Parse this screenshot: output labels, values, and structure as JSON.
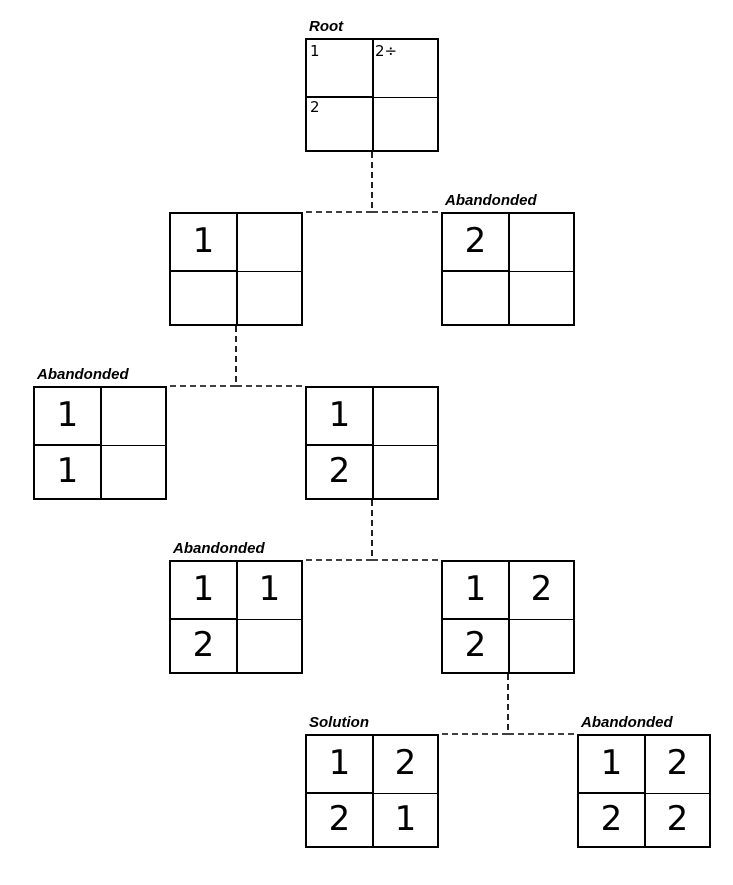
{
  "nodes": [
    {
      "id": "root",
      "label": "Root",
      "cells": [
        "",
        "",
        "",
        ""
      ],
      "cages": [
        "1",
        "2÷",
        "2",
        ""
      ]
    },
    {
      "id": "l1-left",
      "label": "",
      "cells": [
        "1",
        "",
        "",
        ""
      ]
    },
    {
      "id": "l1-right",
      "label": "Abandonded",
      "cells": [
        "2",
        "",
        "",
        ""
      ]
    },
    {
      "id": "l2-left",
      "label": "Abandonded",
      "cells": [
        "1",
        "",
        "1",
        ""
      ]
    },
    {
      "id": "l2-right",
      "label": "",
      "cells": [
        "1",
        "",
        "2",
        ""
      ]
    },
    {
      "id": "l3-left",
      "label": "Abandonded",
      "cells": [
        "1",
        "1",
        "2",
        ""
      ]
    },
    {
      "id": "l3-right",
      "label": "",
      "cells": [
        "1",
        "2",
        "2",
        ""
      ]
    },
    {
      "id": "l4-left",
      "label": "Solution",
      "cells": [
        "1",
        "2",
        "2",
        "1"
      ]
    },
    {
      "id": "l4-right",
      "label": "Abandonded",
      "cells": [
        "1",
        "2",
        "2",
        "2"
      ]
    }
  ],
  "edges": [
    [
      "root",
      "l1-left"
    ],
    [
      "root",
      "l1-right"
    ],
    [
      "l1-left",
      "l2-left"
    ],
    [
      "l1-left",
      "l2-right"
    ],
    [
      "l2-right",
      "l3-left"
    ],
    [
      "l2-right",
      "l3-right"
    ],
    [
      "l3-right",
      "l4-left"
    ],
    [
      "l3-right",
      "l4-right"
    ]
  ]
}
